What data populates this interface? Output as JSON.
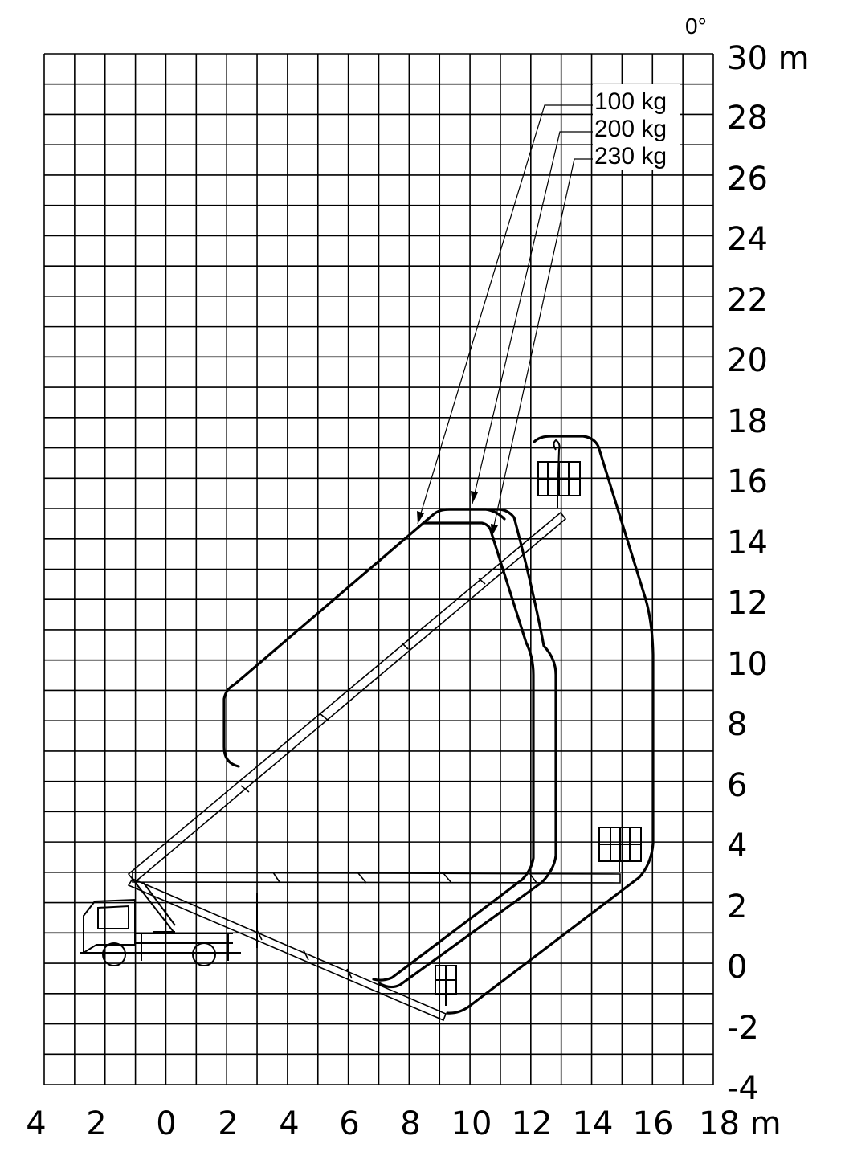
{
  "angle_label": "0°",
  "y_axis": {
    "tick_labels": [
      "30 m",
      "28",
      "26",
      "24",
      "22",
      "20",
      "18",
      "16",
      "14",
      "12",
      "10",
      "8",
      "6",
      "4",
      "2",
      "0",
      "-2",
      "-4"
    ]
  },
  "x_axis": {
    "tick_labels": [
      "4",
      "2",
      "0",
      "2",
      "4",
      "6",
      "8",
      "10",
      "12",
      "14",
      "16",
      "18 m"
    ]
  },
  "load_curves": [
    {
      "label": "100 kg"
    },
    {
      "label": "200 kg"
    },
    {
      "label": "230 kg"
    }
  ],
  "colors": {
    "line": "#000000",
    "background": "#ffffff"
  }
}
